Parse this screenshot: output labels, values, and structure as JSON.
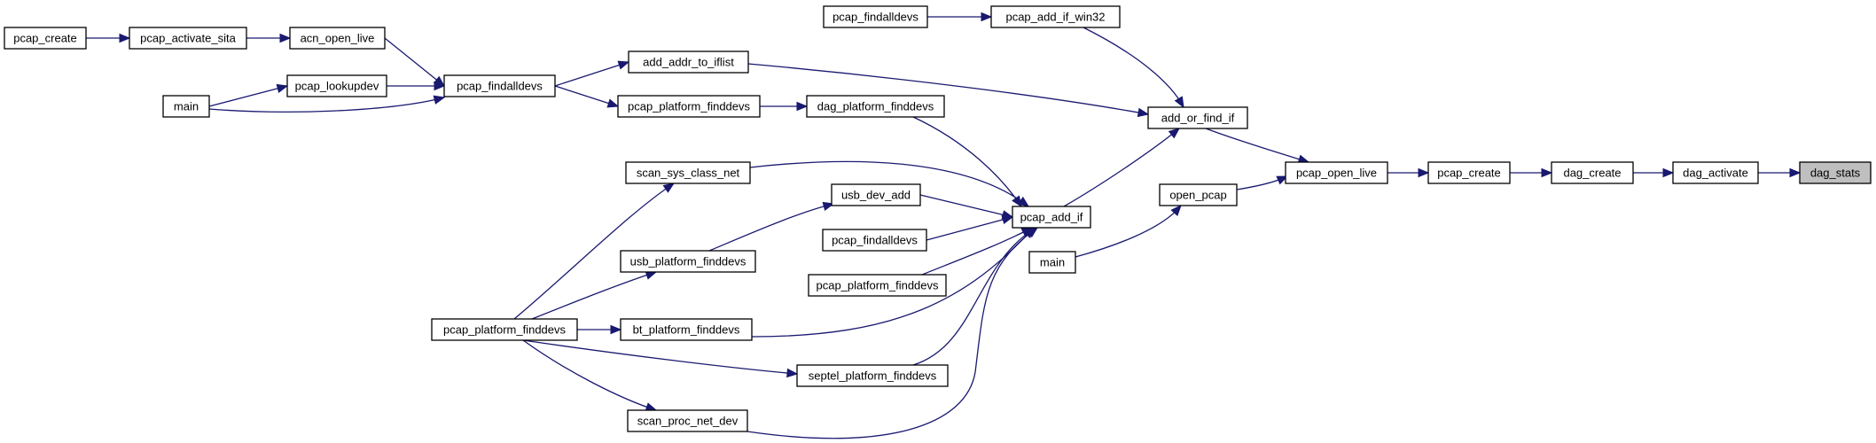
{
  "nodes": [
    {
      "id": "pcap_create_a",
      "label": "pcap_create"
    },
    {
      "id": "pcap_activate_sita",
      "label": "pcap_activate_sita"
    },
    {
      "id": "acn_open_live",
      "label": "acn_open_live"
    },
    {
      "id": "main_a",
      "label": "main"
    },
    {
      "id": "pcap_lookupdev",
      "label": "pcap_lookupdev"
    },
    {
      "id": "pcap_findalldevs_a",
      "label": "pcap_findalldevs"
    },
    {
      "id": "add_addr_to_iflist",
      "label": "add_addr_to_iflist"
    },
    {
      "id": "pcap_platform_finddevs_a",
      "label": "pcap_platform_finddevs"
    },
    {
      "id": "dag_platform_finddevs",
      "label": "dag_platform_finddevs"
    },
    {
      "id": "pcap_findalldevs_b",
      "label": "pcap_findalldevs"
    },
    {
      "id": "pcap_add_if_win32",
      "label": "pcap_add_if_win32"
    },
    {
      "id": "add_or_find_if",
      "label": "add_or_find_if"
    },
    {
      "id": "scan_sys_class_net",
      "label": "scan_sys_class_net"
    },
    {
      "id": "usb_dev_add",
      "label": "usb_dev_add"
    },
    {
      "id": "pcap_findalldevs_c",
      "label": "pcap_findalldevs"
    },
    {
      "id": "usb_platform_finddevs",
      "label": "usb_platform_finddevs"
    },
    {
      "id": "pcap_platform_finddevs_b",
      "label": "pcap_platform_finddevs"
    },
    {
      "id": "pcap_platform_finddevs_c",
      "label": "pcap_platform_finddevs"
    },
    {
      "id": "bt_platform_finddevs",
      "label": "bt_platform_finddevs"
    },
    {
      "id": "septel_platform_finddevs",
      "label": "septel_platform_finddevs"
    },
    {
      "id": "scan_proc_net_dev",
      "label": "scan_proc_net_dev"
    },
    {
      "id": "pcap_add_if",
      "label": "pcap_add_if"
    },
    {
      "id": "open_pcap",
      "label": "open_pcap"
    },
    {
      "id": "main_b",
      "label": "main"
    },
    {
      "id": "pcap_open_live",
      "label": "pcap_open_live"
    },
    {
      "id": "pcap_create_b",
      "label": "pcap_create"
    },
    {
      "id": "dag_create",
      "label": "dag_create"
    },
    {
      "id": "dag_activate",
      "label": "dag_activate"
    },
    {
      "id": "dag_stats",
      "label": "dag_stats",
      "highlighted": true
    }
  ],
  "edges": [
    {
      "from": "pcap_create_a",
      "to": "pcap_activate_sita"
    },
    {
      "from": "pcap_activate_sita",
      "to": "acn_open_live"
    },
    {
      "from": "acn_open_live",
      "to": "pcap_findalldevs_a"
    },
    {
      "from": "main_a",
      "to": "pcap_lookupdev"
    },
    {
      "from": "main_a",
      "to": "pcap_findalldevs_a"
    },
    {
      "from": "pcap_lookupdev",
      "to": "pcap_findalldevs_a"
    },
    {
      "from": "pcap_findalldevs_a",
      "to": "add_addr_to_iflist"
    },
    {
      "from": "pcap_findalldevs_a",
      "to": "pcap_platform_finddevs_a"
    },
    {
      "from": "pcap_platform_finddevs_a",
      "to": "dag_platform_finddevs"
    },
    {
      "from": "pcap_findalldevs_b",
      "to": "pcap_add_if_win32"
    },
    {
      "from": "add_addr_to_iflist",
      "to": "add_or_find_if"
    },
    {
      "from": "pcap_add_if_win32",
      "to": "add_or_find_if"
    },
    {
      "from": "dag_platform_finddevs",
      "to": "pcap_add_if"
    },
    {
      "from": "scan_sys_class_net",
      "to": "pcap_add_if"
    },
    {
      "from": "usb_dev_add",
      "to": "pcap_add_if"
    },
    {
      "from": "pcap_findalldevs_c",
      "to": "pcap_add_if"
    },
    {
      "from": "pcap_platform_finddevs_b",
      "to": "pcap_add_if"
    },
    {
      "from": "bt_platform_finddevs",
      "to": "pcap_add_if"
    },
    {
      "from": "septel_platform_finddevs",
      "to": "pcap_add_if"
    },
    {
      "from": "scan_proc_net_dev",
      "to": "pcap_add_if"
    },
    {
      "from": "usb_platform_finddevs",
      "to": "usb_dev_add"
    },
    {
      "from": "pcap_platform_finddevs_c",
      "to": "scan_sys_class_net"
    },
    {
      "from": "pcap_platform_finddevs_c",
      "to": "usb_platform_finddevs"
    },
    {
      "from": "pcap_platform_finddevs_c",
      "to": "bt_platform_finddevs"
    },
    {
      "from": "pcap_platform_finddevs_c",
      "to": "septel_platform_finddevs"
    },
    {
      "from": "pcap_platform_finddevs_c",
      "to": "scan_proc_net_dev"
    },
    {
      "from": "pcap_add_if",
      "to": "add_or_find_if"
    },
    {
      "from": "add_or_find_if",
      "to": "pcap_open_live"
    },
    {
      "from": "main_b",
      "to": "open_pcap"
    },
    {
      "from": "open_pcap",
      "to": "pcap_open_live"
    },
    {
      "from": "pcap_open_live",
      "to": "pcap_create_b"
    },
    {
      "from": "pcap_create_b",
      "to": "dag_create"
    },
    {
      "from": "dag_create",
      "to": "dag_activate"
    },
    {
      "from": "dag_activate",
      "to": "dag_stats"
    }
  ]
}
